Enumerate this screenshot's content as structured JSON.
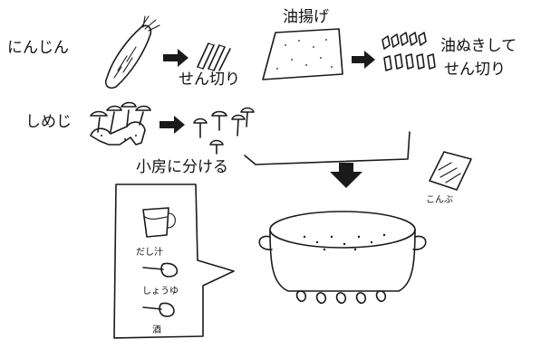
{
  "labels": {
    "ninjin": "にんじん",
    "sengiri": "せん切り",
    "aburaage": "油揚げ",
    "aburanuki_line1": "油ぬきして",
    "aburanuki_line2": "せん切り",
    "shimeji": "しめじ",
    "kofusa": "小房に分ける",
    "konbu": "こんぶ",
    "dashijiru": "だし汁",
    "shouyu": "しょうゆ",
    "sake": "酒"
  }
}
